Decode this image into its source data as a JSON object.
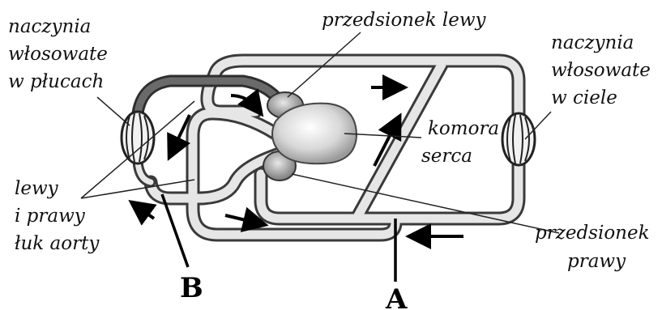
{
  "labels": {
    "capillaries_lungs": [
      "naczynia",
      "włosowate",
      "w płucach"
    ],
    "left_atrium": "przedsionek lewy",
    "capillaries_body": [
      "naczynia",
      "włosowate",
      "w ciele"
    ],
    "ventricle": [
      "komora",
      "serca"
    ],
    "aortic_arches": [
      "lewy",
      "i prawy",
      "łuk aorty"
    ],
    "right_atrium": [
      "przedsionek",
      "prawy"
    ],
    "marker_a": "A",
    "marker_b": "B"
  },
  "colors": {
    "vessel_fill": "#e4e4e4",
    "vessel_outline": "#3a3a3a",
    "dark_vessel": "#5a5a5a",
    "heart": "#d6d6d6",
    "text": "#111111"
  },
  "icons": [
    "flow-arrow-icon",
    "capillary-bundle-icon"
  ]
}
